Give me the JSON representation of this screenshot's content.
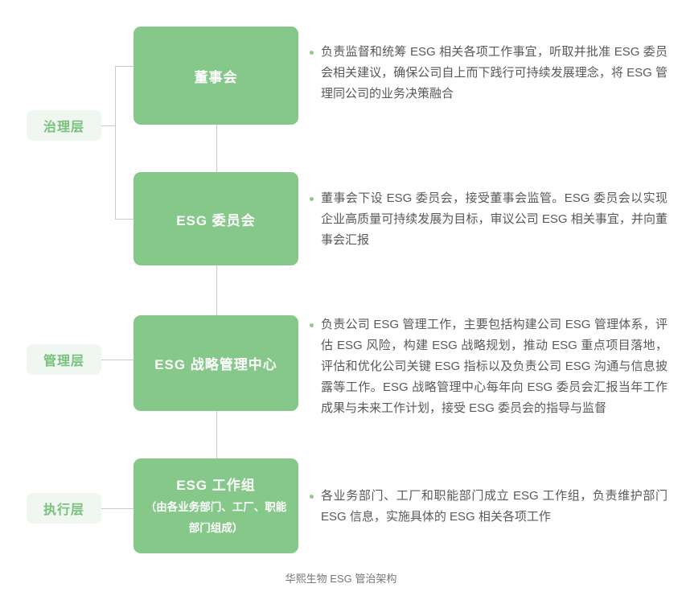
{
  "diagram": {
    "caption": "华熙生物 ESG 管治架构",
    "layers": [
      {
        "label": "治理层"
      },
      {
        "label": "管理层"
      },
      {
        "label": "执行层"
      }
    ],
    "nodes": [
      {
        "title": "董事会"
      },
      {
        "title": "ESG 委员会"
      },
      {
        "title": "ESG 战略管理中心"
      },
      {
        "title": "ESG 工作组",
        "subtitle": "（由各业务部门、工厂、职能部门组成）"
      }
    ],
    "bullets": [
      {
        "text": "负责监督和统筹 ESG 相关各项工作事宜，听取并批准 ESG 委员会相关建议，确保公司自上而下践行可持续发展理念，将 ESG 管理同公司的业务决策融合"
      },
      {
        "text": "董事会下设 ESG 委员会，接受董事会监管。ESG 委员会以实现企业高质量可持续发展为目标，审议公司 ESG 相关事宜，并向董事会汇报"
      },
      {
        "text": "负责公司 ESG 管理工作，主要包括构建公司 ESG 管理体系，评估 ESG 风险，构建 ESG 战略规划，推动 ESG 重点项目落地，评估和优化公司关键 ESG 指标以及负责公司 ESG 沟通与信息披露等工作。ESG 战略管理中心每年向 ESG 委员会汇报当年工作成果与未来工作计划，接受 ESG 委员会的指导与监督"
      },
      {
        "text": "各业务部门、工厂和职能部门成立 ESG 工作组，负责维护部门 ESG 信息，实施具体的 ESG 相关各项工作"
      }
    ],
    "colors": {
      "node_green": "#85c88a",
      "label_bg": "#f0f7f1",
      "label_text": "#77c17d",
      "connector": "#c9c9c9",
      "bullet_dot": "#8cc98c",
      "body_text": "#595959",
      "caption_text": "#767676"
    }
  }
}
